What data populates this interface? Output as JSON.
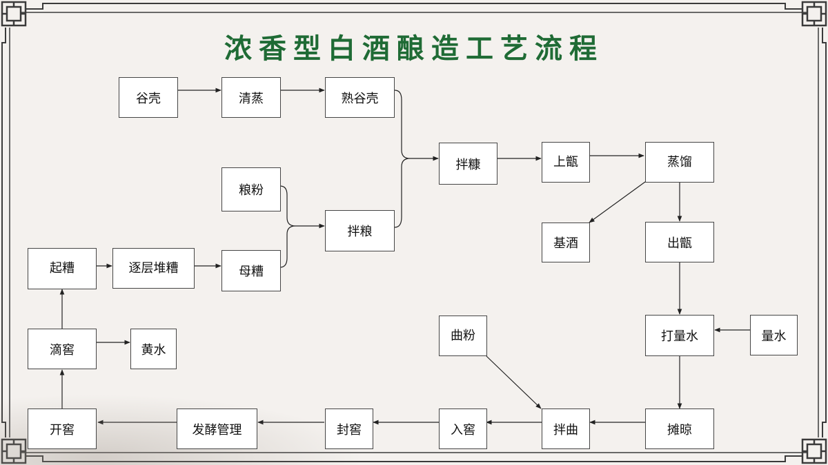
{
  "title": "浓香型白酒酿造工艺流程",
  "colors": {
    "title": "#1f6b35",
    "frame": "#3a3a3a",
    "background": "#f4f1ee",
    "box_border": "#444444"
  },
  "nodes": {
    "guke": "谷壳",
    "qingzheng": "清蒸",
    "shuguke": "熟谷壳",
    "liangfen": "粮粉",
    "banliang": "拌粮",
    "bankang": "拌糠",
    "shangzeng": "上甑",
    "zhengliu": "蒸馏",
    "jijiu": "基酒",
    "chuzeng": "出甑",
    "dalingshui": "打量水",
    "liangshui": "量水",
    "tanliang": "摊晾",
    "banqu": "拌曲",
    "qufen": "曲粉",
    "rujiao": "入窖",
    "fengjiao": "封窖",
    "fajiao": "发酵管理",
    "kaijiao": "开窖",
    "dijiao": "滴窖",
    "huangshui": "黄水",
    "qizao": "起糟",
    "zhucengduizao": "逐层堆糟",
    "muzao": "母糟"
  }
}
